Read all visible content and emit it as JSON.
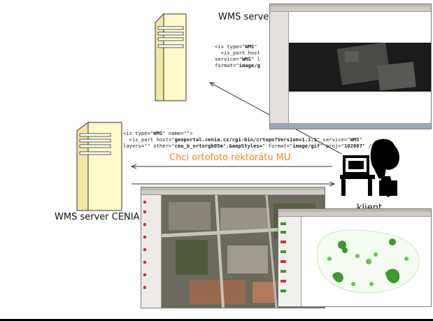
{
  "slide": {
    "wms_server_top_label": "WMS server",
    "code_top": {
      "l1a": "<is type=\"",
      "l1b": "WMS",
      "l1c": "\" ",
      "l2": "  <is_part host",
      "l3a": "service=\"",
      "l3b": "WMS",
      "l3c": "\" l",
      "l4a": "format=\"",
      "l4b": "image/g"
    },
    "code_mid": {
      "l1a": "<is type=\"",
      "l1b": "WMS",
      "l1c": "\" name=\"\">",
      "l2a": "  <is_part host=\"",
      "l2b": "geoportal.cenia.cz/cgi-bin/crtopo?Version=1.1.1",
      "l2c": "\" service=\"",
      "l2d": "WMS",
      "l2e": "\"",
      "l3a": "layers=\"\" other=\"",
      "l3b": "ceu_b_ortorgb05m",
      "l3c": "\";",
      "l3d": "&ampStyles=",
      "l3e": "\" format=\"",
      "l3f": "image/gif",
      "l3g": "\" proj=\"",
      "l3h": "102067",
      "l3i": "\" />"
    },
    "request_text": "Chci ortofoto rektorátu MU",
    "wms_server_cenia_label": "WMS server CENIA",
    "client_label": "klient",
    "colors": {
      "accent_orange": "#f08a1c",
      "server_fill": "#fff8c8",
      "map_green": "#3a9a2a"
    }
  }
}
